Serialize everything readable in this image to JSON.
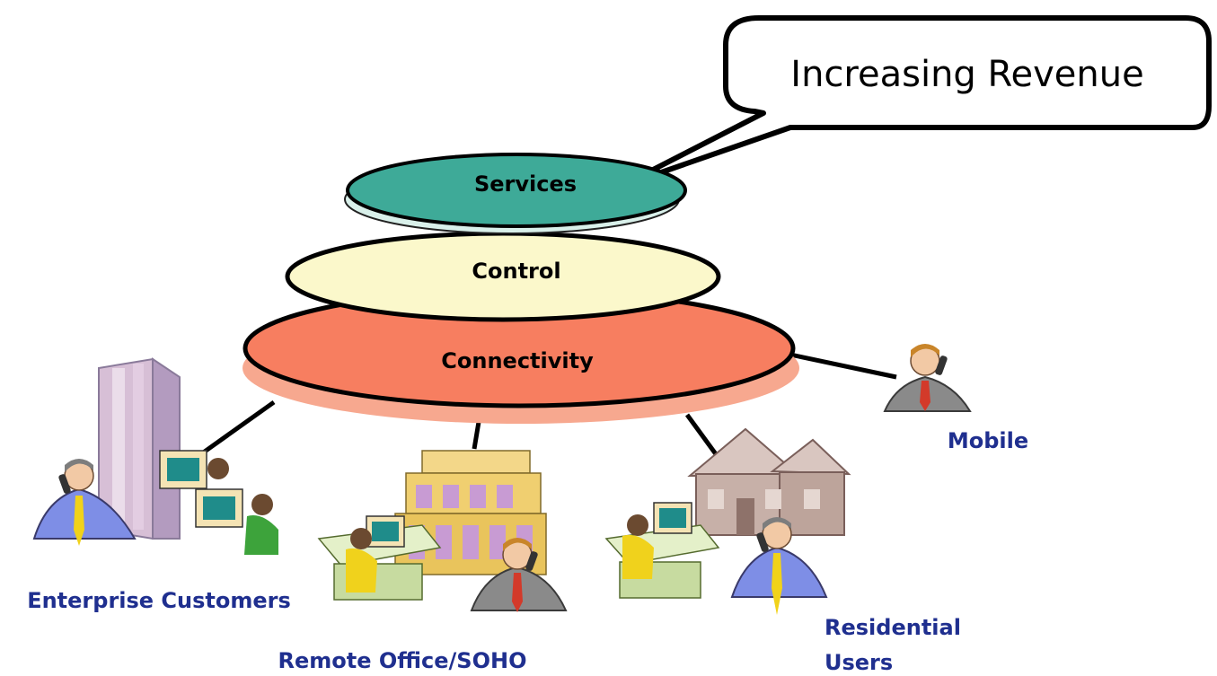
{
  "callout": {
    "text": "Increasing Revenue"
  },
  "layers": {
    "services": "Services",
    "control": "Control",
    "connectivity": "Connectivity"
  },
  "endpoints": {
    "enterprise": "Enterprise Customers",
    "remote_office": "Remote Office/SOHO",
    "residential_line1": "Residential",
    "residential_line2": "Users",
    "mobile": "Mobile"
  },
  "colors": {
    "services": "#3eaa98",
    "control": "#fbf8cb",
    "connectivity": "#f77e60",
    "label_blue": "#1f2f8f"
  }
}
